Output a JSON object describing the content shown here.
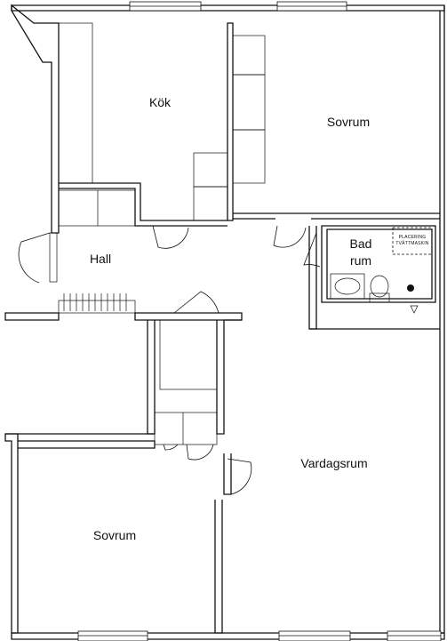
{
  "rooms": {
    "kok": "Kök",
    "sovrum_top": "Sovrum",
    "hall": "Hall",
    "bad_line1": "Bad",
    "bad_line2": "rum",
    "vardagsrum": "Vardagsrum",
    "sovrum_bottom": "Sovrum"
  },
  "bathroom": {
    "washer_line1": "PLACERING",
    "washer_line2": "TVÄTTMASKIN"
  }
}
